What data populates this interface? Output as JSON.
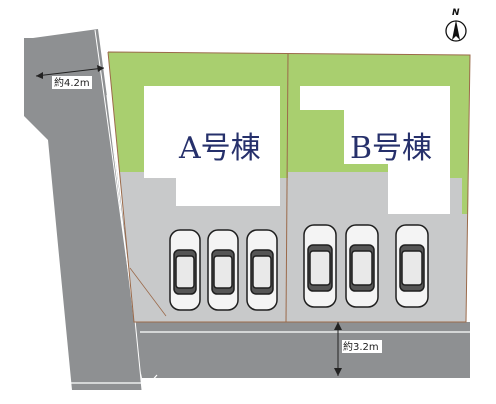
{
  "site_plan": {
    "buildings": [
      {
        "id": "a",
        "label": "A号棟"
      },
      {
        "id": "b",
        "label": "B号棟"
      }
    ],
    "road_widths": {
      "west_road": "約4.2m",
      "south_road": "約3.2m"
    },
    "compass": {
      "label": "N"
    },
    "parking_spaces": {
      "a": 3,
      "b": 3
    },
    "colors": {
      "lawn": "#a9cf6f",
      "paving": "#c8c9ca",
      "road": "#8e9092",
      "building": "#ffffff",
      "label": "#26306b",
      "boundary": "#9b6a4a"
    }
  }
}
